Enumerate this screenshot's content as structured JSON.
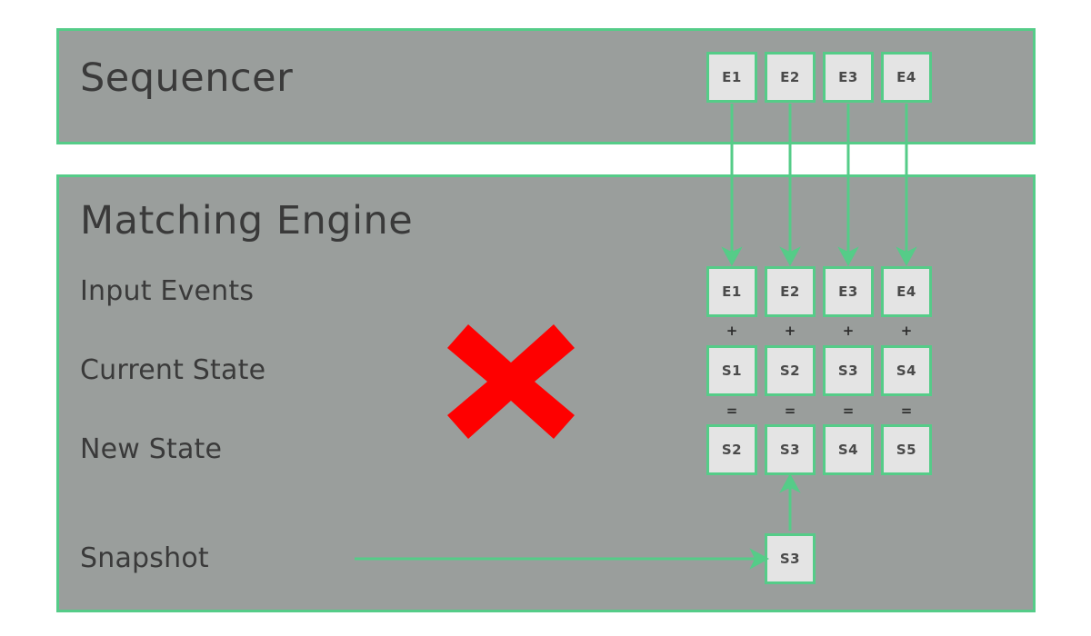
{
  "colors": {
    "panel_fill": "#9a9e9c",
    "accent_green": "#55cc88",
    "cell_fill": "#e4e4e4",
    "text_dark": "#3a3a3a",
    "error_red": "#fe0000",
    "page_background": "#ffffff"
  },
  "sequencer": {
    "title": "Sequencer",
    "events": [
      "E1",
      "E2",
      "E3",
      "E4"
    ]
  },
  "engine": {
    "title": "Matching Engine",
    "rows": [
      {
        "label": "Input Events",
        "cells": [
          "E1",
          "E2",
          "E3",
          "E4"
        ]
      },
      {
        "label": "Current State",
        "cells": [
          "S1",
          "S2",
          "S3",
          "S4"
        ]
      },
      {
        "label": "New State",
        "cells": [
          "S2",
          "S3",
          "S4",
          "S5"
        ]
      }
    ],
    "operators_plus": [
      "+",
      "+",
      "+",
      "+"
    ],
    "operators_equals": [
      "=",
      "=",
      "=",
      "="
    ],
    "snapshot": {
      "label": "Snapshot",
      "cell": "S3"
    }
  },
  "annotations": {
    "error_mark": "red-x-cross"
  }
}
